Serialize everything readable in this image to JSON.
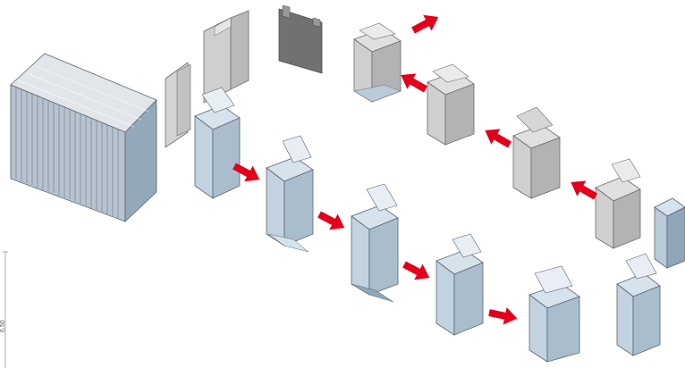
{
  "diagram": {
    "colors": {
      "carton_blue": "#b9cad8",
      "carton_blue_light": "#d6e2ec",
      "carton_blue_dark": "#8fa6b9",
      "carton_grey": "#c9c9c9",
      "carton_grey_light": "#e0e0e0",
      "carton_grey_dark": "#8b8b8b",
      "dark_blank": "#6d6d6d",
      "arrow_red": "#e3001b",
      "outline": "#5b6770"
    },
    "stages": [
      "flat-blank-stack",
      "folded-blank",
      "erected-carton-open",
      "bottom-flaps-folding",
      "carton-upright",
      "carton-top-open",
      "carton-closing",
      "carton-closed",
      "carton-exit"
    ],
    "side_margin_label": "6.50"
  }
}
